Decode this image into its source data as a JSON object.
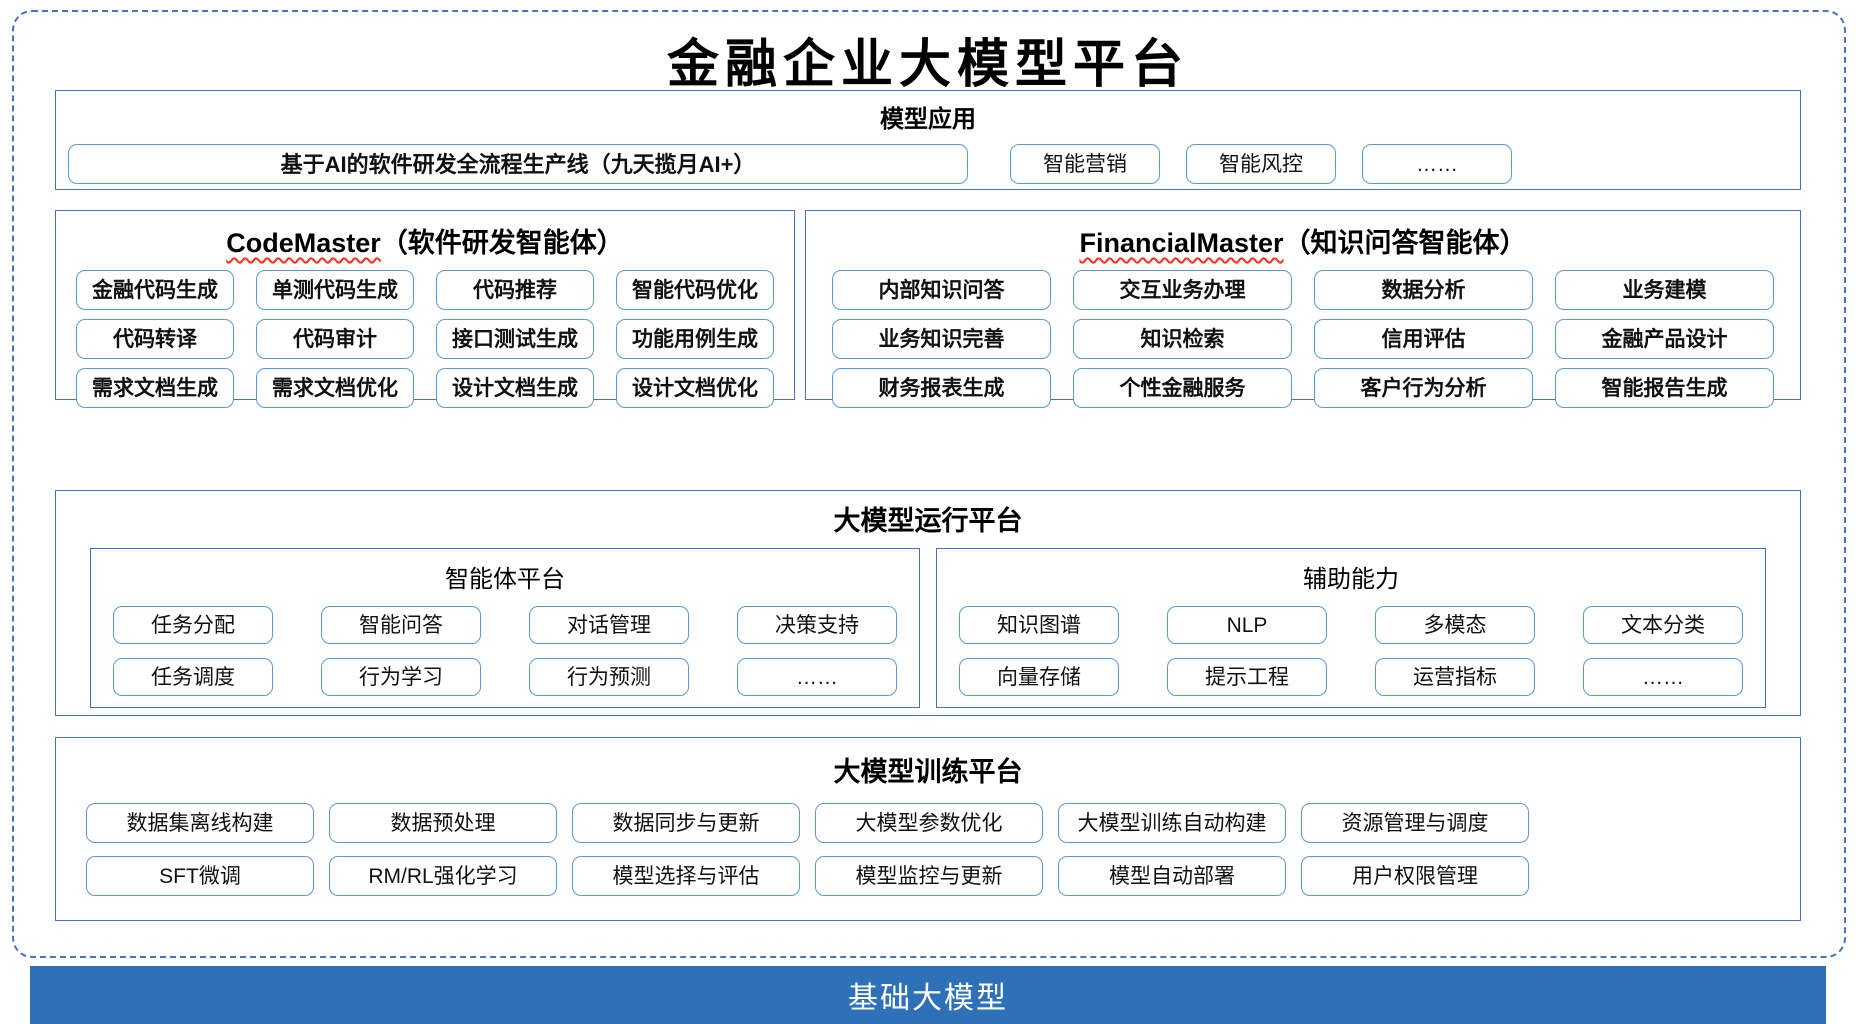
{
  "title": "金融企业大模型平台",
  "colors": {
    "frame_blue": "#4472C4",
    "chip_blue": "#5B9BD5",
    "bar_blue": "#2E71B8",
    "squiggle_red": "#FF2D1A"
  },
  "model_app": {
    "header": "模型应用",
    "main_item": "基于AI的软件研发全流程生产线（九天揽月AI+）",
    "items": [
      "智能营销",
      "智能风控",
      "……"
    ]
  },
  "code_master": {
    "title_en": "CodeMaster",
    "title_zh": "（软件研发智能体）",
    "items": [
      "金融代码生成",
      "单测代码生成",
      "代码推荐",
      "智能代码优化",
      "代码转译",
      "代码审计",
      "接口测试生成",
      "功能用例生成",
      "需求文档生成",
      "需求文档优化",
      "设计文档生成",
      "设计文档优化"
    ]
  },
  "financial_master": {
    "title_en": "FinancialMaster",
    "title_zh": "（知识问答智能体）",
    "items": [
      "内部知识问答",
      "交互业务办理",
      "数据分析",
      "业务建模",
      "业务知识完善",
      "知识检索",
      "信用评估",
      "金融产品设计",
      "财务报表生成",
      "个性金融服务",
      "客户行为分析",
      "智能报告生成"
    ]
  },
  "run_platform": {
    "header": "大模型运行平台",
    "agent_platform": {
      "title": "智能体平台",
      "items": [
        "任务分配",
        "智能问答",
        "对话管理",
        "决策支持",
        "任务调度",
        "行为学习",
        "行为预测",
        "……"
      ]
    },
    "aux_ability": {
      "title": "辅助能力",
      "items": [
        "知识图谱",
        "NLP",
        "多模态",
        "文本分类",
        "向量存储",
        "提示工程",
        "运营指标",
        "……"
      ]
    }
  },
  "train_platform": {
    "header": "大模型训练平台",
    "items": [
      "数据集离线构建",
      "数据预处理",
      "数据同步与更新",
      "大模型参数优化",
      "大模型训练自动构建",
      "资源管理与调度",
      "SFT微调",
      "RM/RL强化学习",
      "模型选择与评估",
      "模型监控与更新",
      "模型自动部署",
      "用户权限管理"
    ]
  },
  "base_model": {
    "label": "基础大模型"
  }
}
